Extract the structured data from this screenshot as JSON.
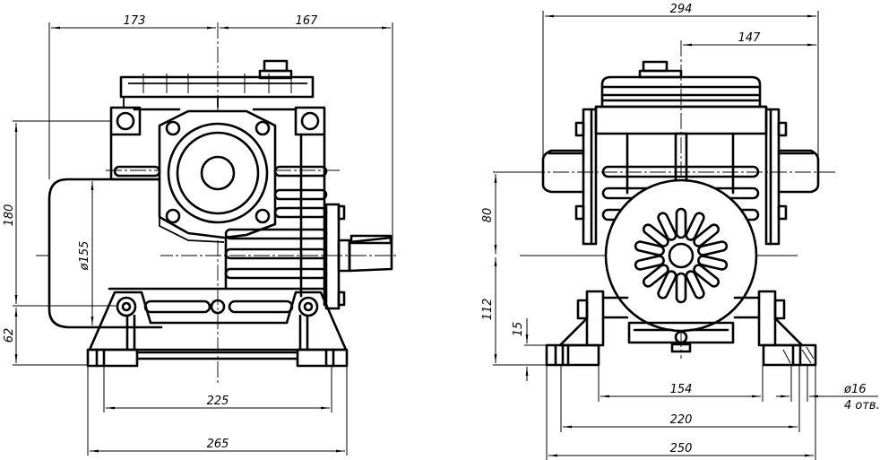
{
  "drawing": {
    "title": "Worm gear reducer with electric motor — side and front views",
    "colors": {
      "line": "#000000",
      "background": "#ffffff"
    }
  },
  "side_view": {
    "dimensions": {
      "top_left": "173",
      "top_right": "167",
      "height_upper": "180",
      "height_lower": "62",
      "motor_diameter": "ø155",
      "base_holes": "225",
      "base_overall": "265"
    }
  },
  "front_view": {
    "dimensions": {
      "overall_width": "294",
      "half_width": "147",
      "height_upper": "80",
      "height_lower": "112",
      "foot_thickness": "15",
      "inner_span": "154",
      "hole_span": "220",
      "base_overall": "250",
      "hole_diameter": "ø16",
      "hole_count": "4 отв."
    }
  }
}
